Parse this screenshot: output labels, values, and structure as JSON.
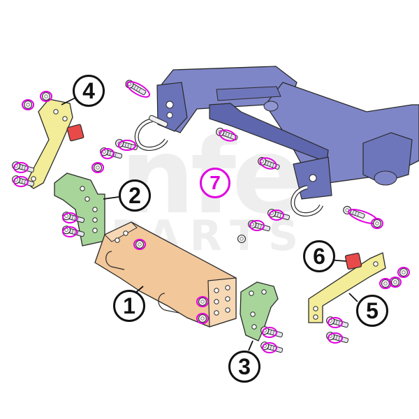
{
  "diagram": {
    "watermark": {
      "brand": "nfe",
      "sub": "PARTS"
    },
    "callouts": [
      {
        "id": "1",
        "label": "1"
      },
      {
        "id": "2",
        "label": "2"
      },
      {
        "id": "3",
        "label": "3"
      },
      {
        "id": "4",
        "label": "4"
      },
      {
        "id": "5",
        "label": "5"
      },
      {
        "id": "6",
        "label": "6"
      },
      {
        "id": "7",
        "label": "7"
      }
    ],
    "colors": {
      "frame": "#7f86c8",
      "frame_shade": "#5e66ad",
      "main_crossmember": "#f2c79a",
      "side_brackets_2_3": "#a8d59a",
      "braces_4_5": "#f3ec98",
      "pad_6": "#e84a4a",
      "hardware_highlight": "#e000e0",
      "callout_7_color": "#e000e0",
      "outline": "#2a2a2a"
    },
    "icons": [
      "bolt-icon",
      "washer-icon",
      "nut-icon",
      "shackle-icon"
    ]
  }
}
